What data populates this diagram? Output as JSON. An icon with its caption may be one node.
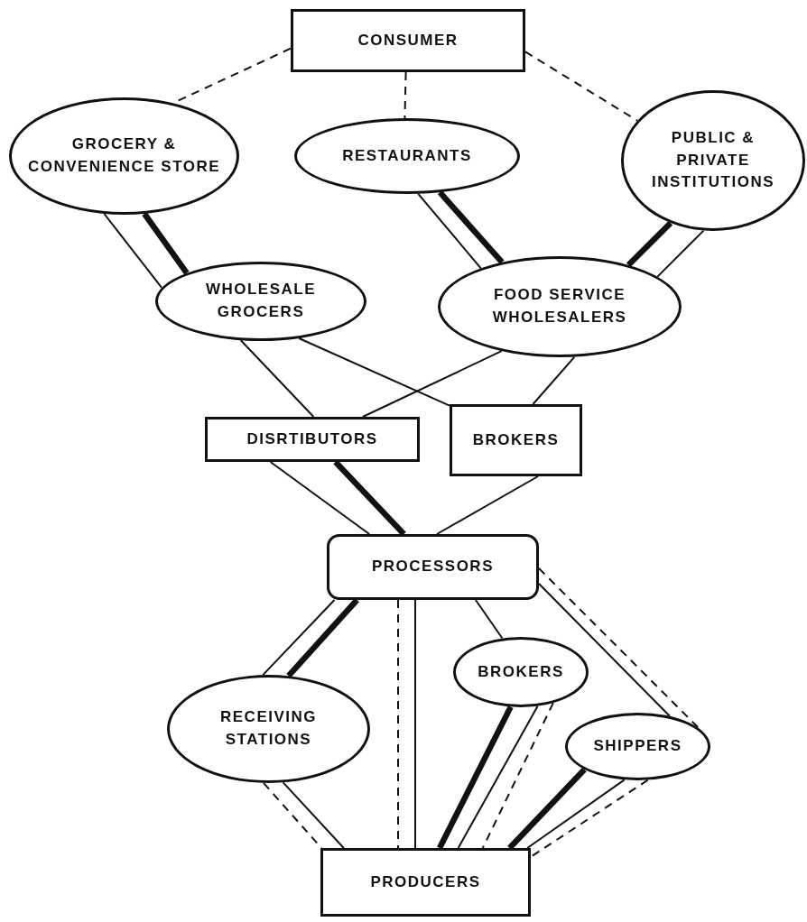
{
  "diagram": {
    "nodes": [
      {
        "text": [
          "CONSUMER"
        ]
      },
      {
        "text": [
          "GROCERY & CONVENIENCE STORE"
        ]
      },
      {
        "text": [
          "RESTAURANTS"
        ]
      },
      {
        "text": [
          "PUBLIC & PRIVATE INSTITUTIONS"
        ]
      },
      {
        "text": [
          "WHOLESALE GROCERS"
        ]
      },
      {
        "text": [
          "FOOD SERVICE WHOLESALERS"
        ]
      },
      {
        "text": [
          "DISRTIBUTORS"
        ]
      },
      {
        "text": [
          "BROKERS"
        ]
      },
      {
        "text": [
          "PROCESSORS"
        ]
      },
      {
        "text": [
          "RECEIVING STATIONS"
        ]
      },
      {
        "text": [
          "BROKERS"
        ]
      },
      {
        "text": [
          "SHIPPERS"
        ]
      },
      {
        "text": [
          "PRODUCERS"
        ]
      }
    ],
    "edges": [
      {
        "from": 0,
        "to": 1,
        "arrow": "none",
        "style": "dashed"
      },
      {
        "from": 0,
        "to": 2,
        "arrow": "none",
        "style": "dashed"
      },
      {
        "from": 0,
        "to": 3,
        "arrow": "none",
        "style": "dashed"
      },
      {
        "from": 1,
        "to": 4,
        "arrow": "none"
      },
      {
        "from": 1,
        "to": 4,
        "arrow": "none",
        "style": "thick"
      },
      {
        "from": 2,
        "to": 5,
        "arrow": "none"
      },
      {
        "from": 2,
        "to": 5,
        "arrow": "none",
        "style": "thick"
      },
      {
        "from": 3,
        "to": 5,
        "arrow": "none",
        "style": "thick"
      },
      {
        "from": 3,
        "to": 5,
        "arrow": "none"
      },
      {
        "from": 4,
        "to": 6,
        "arrow": "none"
      },
      {
        "from": 4,
        "to": 7,
        "arrow": "none"
      },
      {
        "from": 5,
        "to": 6,
        "arrow": "none"
      },
      {
        "from": 5,
        "to": 7,
        "arrow": "none"
      },
      {
        "from": 6,
        "to": 8,
        "arrow": "none"
      },
      {
        "from": 6,
        "to": 8,
        "arrow": "none",
        "style": "thick"
      },
      {
        "from": 7,
        "to": 8,
        "arrow": "none"
      },
      {
        "from": 8,
        "to": 9,
        "arrow": "none"
      },
      {
        "from": 8,
        "to": 9,
        "arrow": "none",
        "style": "thick"
      },
      {
        "from": 8,
        "to": 12,
        "arrow": "none",
        "style": "dashed"
      },
      {
        "from": 8,
        "to": 12,
        "arrow": "none"
      },
      {
        "from": 8,
        "to": 10,
        "arrow": "none"
      },
      {
        "from": 8,
        "to": 11,
        "arrow": "none"
      },
      {
        "from": 8,
        "to": 11,
        "arrow": "none",
        "style": "dashed"
      },
      {
        "from": 9,
        "to": 12,
        "arrow": "none",
        "style": "dashed"
      },
      {
        "from": 9,
        "to": 12,
        "arrow": "none"
      },
      {
        "from": 10,
        "to": 12,
        "arrow": "none",
        "style": "thick"
      },
      {
        "from": 10,
        "to": 12,
        "arrow": "none"
      },
      {
        "from": 10,
        "to": 12,
        "arrow": "none",
        "style": "dashed"
      },
      {
        "from": 11,
        "to": 12,
        "arrow": "none",
        "style": "thick"
      },
      {
        "from": 11,
        "to": 12,
        "arrow": "none"
      },
      {
        "from": 11,
        "to": 12,
        "arrow": "none",
        "style": "dashed"
      }
    ]
  }
}
